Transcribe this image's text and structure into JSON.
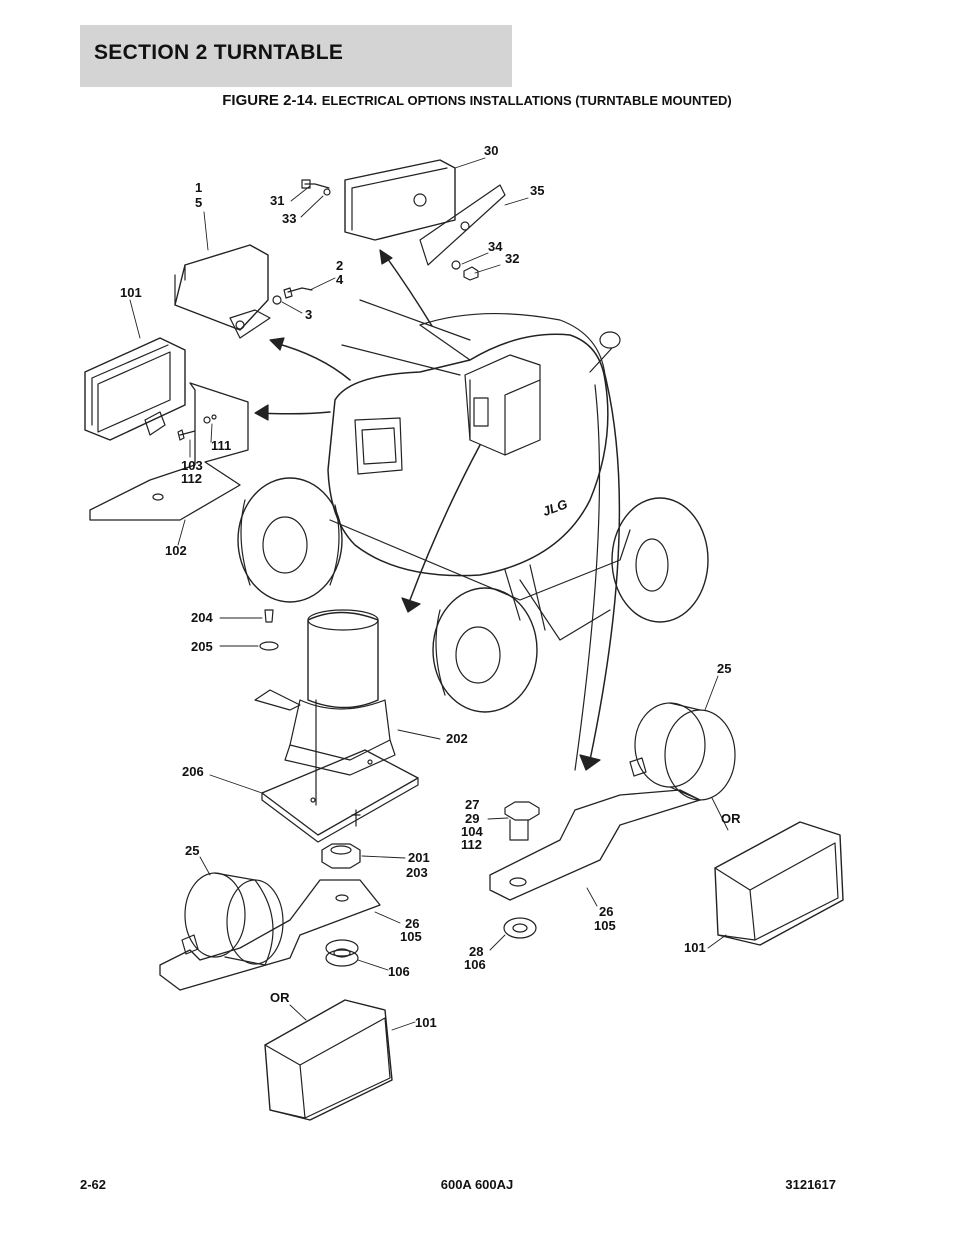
{
  "header": {
    "section": "SECTION 2   TURNTABLE"
  },
  "figure": {
    "number": "FIGURE 2-14.",
    "title": "ELECTRICAL OPTIONS INSTALLATIONS (TURNTABLE MOUNTED)"
  },
  "callouts": {
    "c1": "1",
    "c5": "5",
    "c30": "30",
    "c31": "31",
    "c33": "33",
    "c35": "35",
    "c34": "34",
    "c32": "32",
    "c2": "2",
    "c4": "4",
    "c3": "3",
    "c101a": "101",
    "c111": "111",
    "c103": "103",
    "c112a": "112",
    "c102": "102",
    "c204": "204",
    "c205": "205",
    "c202": "202",
    "c206": "206",
    "c25a": "25",
    "c25b": "25",
    "or_a": "OR",
    "or_b": "OR",
    "c27": "27",
    "c29": "29",
    "c104": "104",
    "c112b": "112",
    "c201": "201",
    "c203": "203",
    "c26a": "26",
    "c105a": "105",
    "c26b": "26",
    "c105b": "105",
    "c106a": "106",
    "c28": "28",
    "c106b": "106",
    "c101b": "101",
    "c101c": "101"
  },
  "footer": {
    "page": "2-62",
    "model": "600A 600AJ",
    "doc_number": "3121617"
  }
}
